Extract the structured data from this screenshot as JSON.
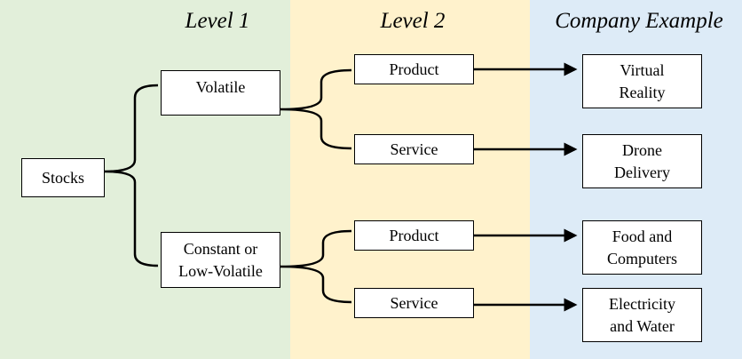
{
  "headings": {
    "level1": "Level 1",
    "level2": "Level 2",
    "company_example": "Company Example"
  },
  "nodes": {
    "root": "Stocks",
    "volatile": "Volatile",
    "low_volatile": "Constant or\nLow-Volatile",
    "product_1": "Product",
    "service_1": "Service",
    "product_2": "Product",
    "service_2": "Service",
    "example_vr": "Virtual\nReality",
    "example_drone": "Drone\nDelivery",
    "example_food": "Food and\nComputers",
    "example_utilities": "Electricity\nand Water"
  },
  "colors": {
    "level1_band": "#e2efda",
    "level2_band": "#fff2cc",
    "example_band": "#ddebf7"
  }
}
